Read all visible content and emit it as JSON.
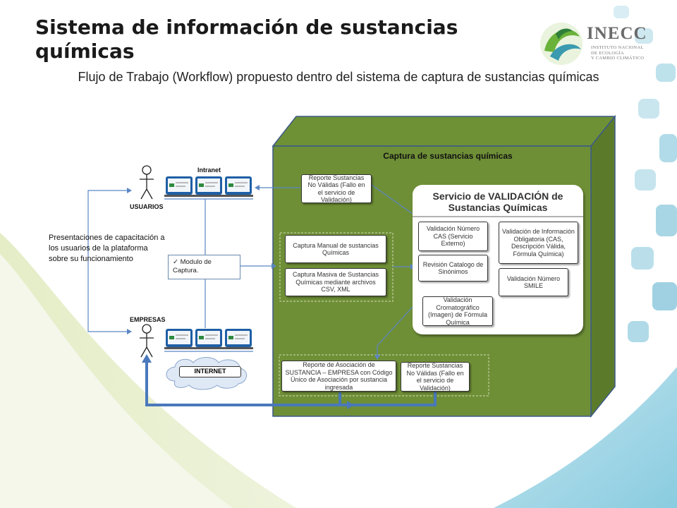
{
  "slide": {
    "title": "Sistema de información de sustancias químicas",
    "subtitle": "Flujo de Trabajo (Workflow) propuesto  dentro del sistema de captura de sustancias químicas",
    "logo": {
      "name": "INECC",
      "subtitle_lines": [
        "INSTITUTO NACIONAL",
        "DE ECOLOGÍA",
        "Y CAMBIO CLIMÁTICO"
      ]
    }
  },
  "diagram": {
    "container_title": "Captura de sustancias químicas",
    "actors": {
      "usuarios": "USUARIOS",
      "empresas": "EMPRESAS"
    },
    "network_labels": {
      "intranet": "Intranet",
      "internet": "INTERNET"
    },
    "training_note": "Presentaciones de capacitación a los usuarios de la plataforma sobre su funcionamiento",
    "capture_module": "✓  Modulo de Captura.",
    "boxes": {
      "reporte_no_validas_top": "Reporte Sustancias No Válidas (Fallo en el servicio de Validación)",
      "captura_manual": "Captura Manual de sustancias Químicas",
      "captura_masiva": "Captura Masiva de Sustancias Químicas mediante archivos CSV, XML",
      "reporte_asociacion": "Reporte de Asociación de SUSTANCIA – EMPRESA con Código Único de Asociación por sustancia ingresada",
      "reporte_no_validas_bottom": "Reporte Sustancias No Válidas (Fallo en el servicio de Validación)"
    },
    "service": {
      "title": "Servicio de VALIDACIÓN  de Sustancias Químicas",
      "items": {
        "cas": "Validación Número CAS (Servicio Externo)",
        "catalogo": "Revisión Catalogo de Sinónimos",
        "cromatografico": "Validación Cromatográfico (Imagen) de Fórmula Química",
        "obligatoria": "Validación de Información Obligatoria (CAS, Descripción Válida, Fórmula Química)",
        "smile": "Validación Número SMILE"
      }
    }
  },
  "colors": {
    "green": "#6f8f37",
    "green_dark": "#5a7a2b",
    "blue_line": "#4f81bd",
    "accent_teal": "#3aa6b9"
  }
}
